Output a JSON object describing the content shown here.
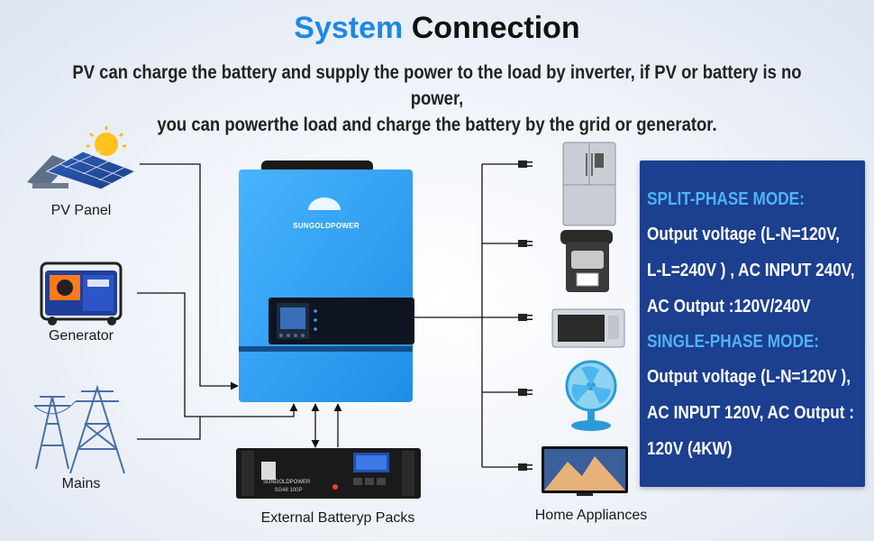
{
  "header": {
    "title_accent": "System",
    "title_rest": "Connection",
    "subtitle_line1": "PV can charge the battery and supply the power to the load by inverter, if PV or battery is no power,",
    "subtitle_line2": "you can powerthe load and charge the battery by the grid or generator."
  },
  "sources": {
    "pv_panel": "PV Panel",
    "generator": "Generator",
    "mains": "Mains"
  },
  "inverter": {
    "brand": "SUNGOLDPOWER"
  },
  "battery": {
    "label": "External Batteryp Packs",
    "brand": "SUNGOLDPOWER",
    "model": "SG48 100P"
  },
  "appliances": {
    "label": "Home Appliances",
    "items": [
      "refrigerator",
      "coffee-machine",
      "microwave",
      "fan",
      "television"
    ]
  },
  "modes": {
    "split_title": "SPLIT-PHASE MODE:",
    "split_lines": [
      "Output voltage (L-N=120V,",
      "L-L=240V ) , AC INPUT 240V,",
      "AC Output :120V/240V"
    ],
    "single_title": "SINGLE-PHASE MODE:",
    "single_lines": [
      "Output voltage (L-N=120V ),",
      "AC INPUT 120V, AC Output :",
      "120V (4KW)"
    ]
  },
  "colors": {
    "accent": "#1e88e5",
    "mode_box": "#1c3f8f",
    "mode_heading": "#4fb3f5",
    "inverter_body": "#2a9df0"
  }
}
